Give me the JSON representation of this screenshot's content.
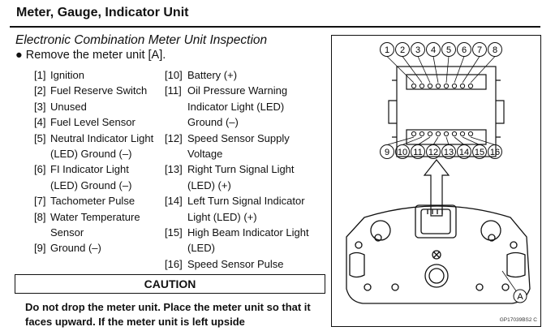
{
  "header": {
    "title": "Meter, Gauge, Indicator Unit"
  },
  "section": {
    "title": "Electronic Combination Meter Unit Inspection",
    "bullet": "Remove the meter unit [A]."
  },
  "parts_left": [
    {
      "num": "[1]",
      "lines": [
        "Ignition"
      ]
    },
    {
      "num": "[2]",
      "lines": [
        "Fuel Reserve Switch"
      ]
    },
    {
      "num": "[3]",
      "lines": [
        "Unused"
      ]
    },
    {
      "num": "[4]",
      "lines": [
        "Fuel Level Sensor"
      ]
    },
    {
      "num": "[5]",
      "lines": [
        "Neutral Indicator Light",
        "(LED) Ground (–)"
      ]
    },
    {
      "num": "[6]",
      "lines": [
        "FI Indicator Light",
        "(LED) Ground (–)"
      ]
    },
    {
      "num": "[7]",
      "lines": [
        "Tachometer Pulse"
      ]
    },
    {
      "num": "[8]",
      "lines": [
        "Water Temperature",
        "Sensor"
      ]
    },
    {
      "num": "[9]",
      "lines": [
        "Ground (–)"
      ]
    }
  ],
  "parts_right": [
    {
      "num": "[10]",
      "lines": [
        "Battery (+)"
      ]
    },
    {
      "num": "[11]",
      "lines": [
        "Oil Pressure Warning",
        "Indicator Light (LED)",
        "Ground (–)"
      ]
    },
    {
      "num": "[12]",
      "lines": [
        "Speed Sensor Supply",
        "Voltage"
      ]
    },
    {
      "num": "[13]",
      "lines": [
        "Right Turn Signal Light",
        "(LED) (+)"
      ]
    },
    {
      "num": "[14]",
      "lines": [
        "Left Turn Signal Indicator",
        "Light (LED) (+)"
      ]
    },
    {
      "num": "[15]",
      "lines": [
        "High Beam Indicator Light",
        "(LED)"
      ]
    },
    {
      "num": "[16]",
      "lines": [
        "Speed Sensor Pulse"
      ]
    }
  ],
  "caution": {
    "title": "CAUTION",
    "text": "Do not drop the meter unit. Place the meter unit so that it faces upward. If the meter unit is left upside"
  },
  "figure": {
    "top_terminals": [
      "1",
      "2",
      "3",
      "4",
      "5",
      "6",
      "7",
      "8"
    ],
    "bottom_terminals": [
      "9",
      "10",
      "11",
      "12",
      "13",
      "14",
      "15",
      "16"
    ],
    "part_label": "A",
    "code": "GP17039BS2 C"
  }
}
